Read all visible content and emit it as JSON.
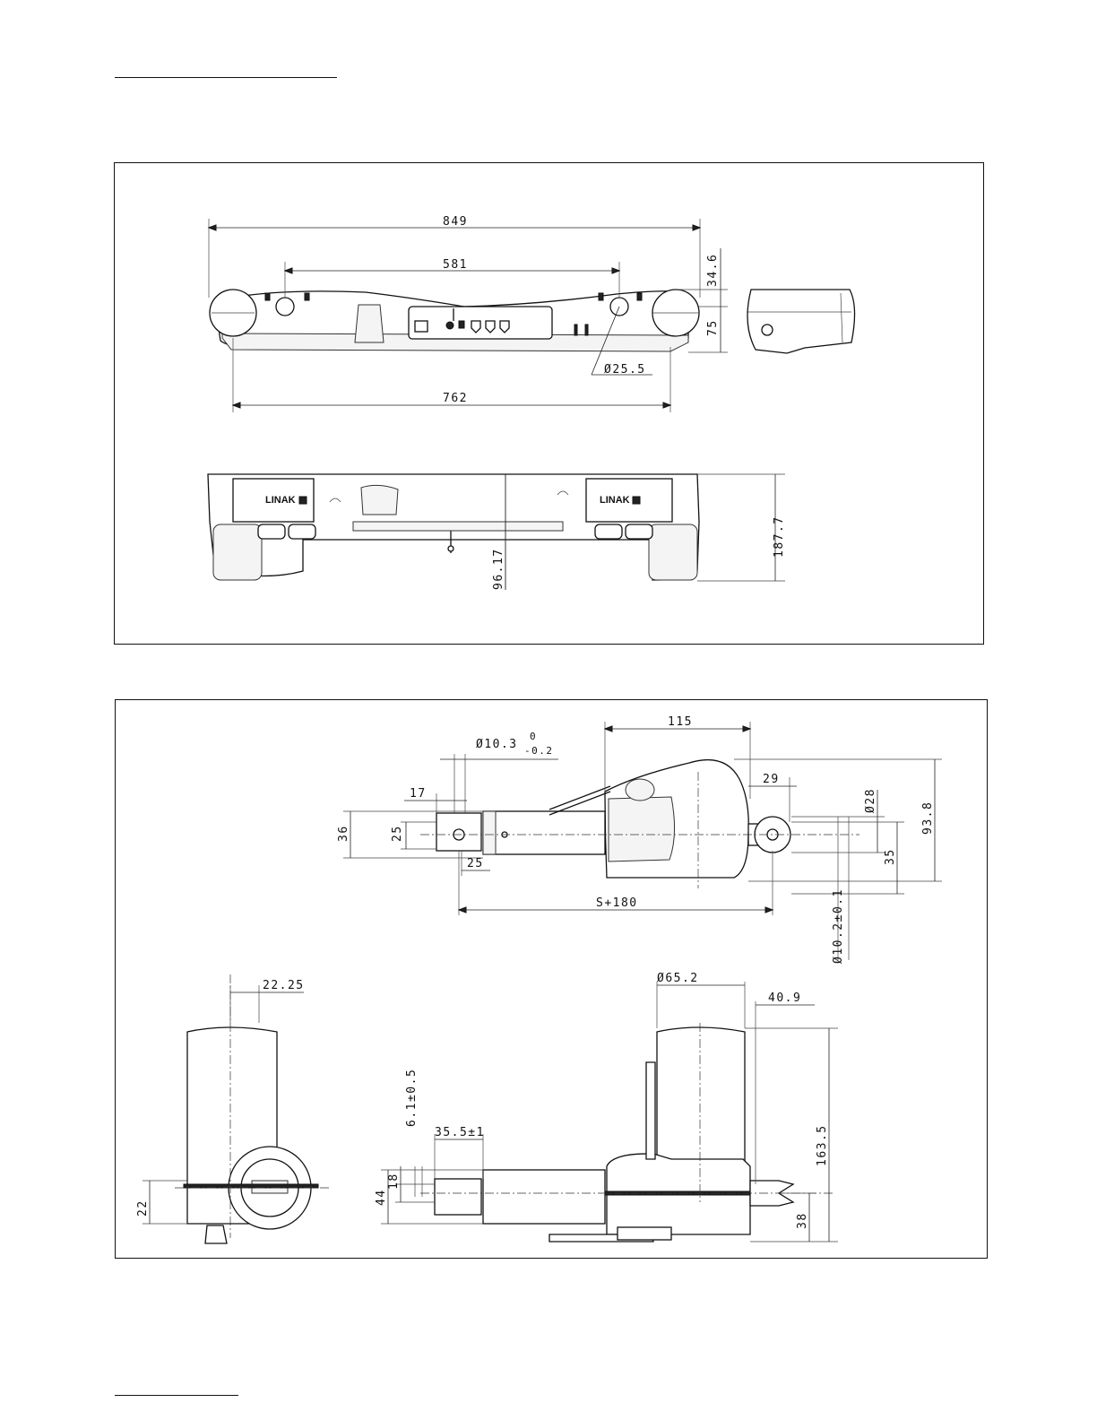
{
  "control_box": {
    "front_view": {
      "dims": {
        "overall_width": "849",
        "hole_spacing": "581",
        "top_offset": "34.6",
        "height": "75",
        "hole_diameter": "Ø25.5",
        "base_width": "762"
      }
    },
    "bottom_view": {
      "brand_left": "LINAK",
      "brand_right": "LINAK",
      "dims": {
        "depth": "187.7",
        "center_offset": "96.17"
      }
    }
  },
  "actuator": {
    "top_view": {
      "dims": {
        "pin_diameter_main": "Ø10.3",
        "pin_tol_upper": "0",
        "pin_tol_lower": "-0.2",
        "housing_length": "115",
        "rear_offset": "29",
        "rear_eye_diameter": "Ø28",
        "total_height": "93.8",
        "rod_eye_offset": "17",
        "rod_width": "36",
        "rod_eye_width": "25",
        "rod_eye_length": "25",
        "rear_eye_height": "35",
        "install_length": "S+180",
        "rear_pin_diameter": "Ø10.2±0.1"
      }
    },
    "end_view": {
      "dims": {
        "motor_offset": "22.25",
        "spindle_offset": "22"
      }
    },
    "side_view": {
      "dims": {
        "motor_diameter": "Ø65.2",
        "motor_offset": "40.9",
        "rod_slot": "6.1±0.5",
        "rod_eye_length": "35.5±1",
        "rod_eye_inner": "18",
        "rod_height": "44",
        "total_height": "163.5",
        "rear_height": "38"
      }
    }
  }
}
